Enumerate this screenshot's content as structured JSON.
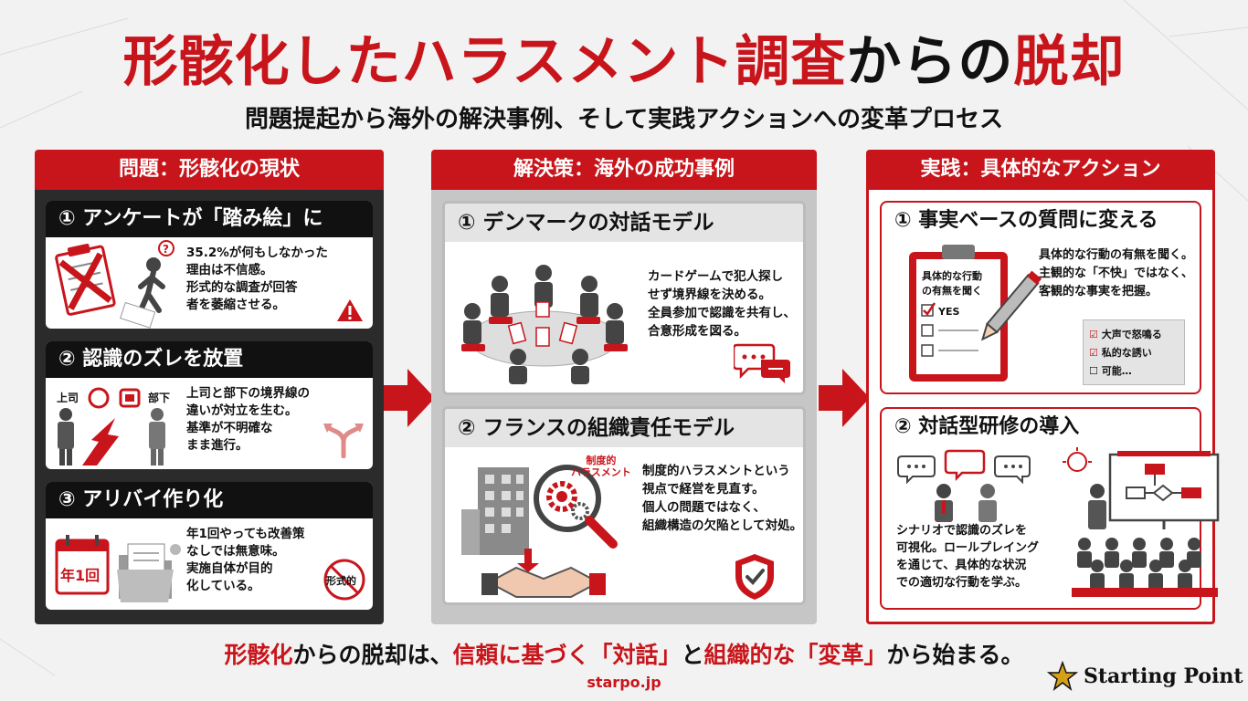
{
  "title": {
    "part1": "形骸化した",
    "part2": "ハラスメント調査",
    "part3": "からの",
    "part4": "脱却"
  },
  "subtitle": "問題提起から海外の解決事例、そして実践アクションへの変革プロセス",
  "columns": {
    "problem": {
      "heading": "問題：形骸化の現状",
      "cards": [
        {
          "title": "① アンケートが「踏み絵」に",
          "lines": [
            "35.2%が何もしなかった",
            "理由は不信感。",
            "形式的な調査が回答",
            "者を萎縮させる。"
          ]
        },
        {
          "title": "② 認識のズレを放置",
          "label_boss": "上司",
          "label_sub": "部下",
          "lines": [
            "上司と部下の境界線の",
            "違いが対立を生む。",
            "基準が不明確な",
            "まま進行。"
          ]
        },
        {
          "title": "③ アリバイ作り化",
          "calendar": "年1回",
          "stamp": "形式的",
          "lines": [
            "年1回やっても改善策",
            "なしでは無意味。",
            "実施自体が目的",
            "化している。"
          ]
        }
      ]
    },
    "solution": {
      "heading": "解決策：海外の成功事例",
      "cards": [
        {
          "title": "① デンマークの対話モデル",
          "lines": [
            "カードゲームで犯人探し",
            "せず境界線を決める。",
            "全員参加で認識を共有し、",
            "合意形成を図る。"
          ]
        },
        {
          "title": "② フランスの組織責任モデル",
          "label_top": "制度的",
          "label_bottom": "ハラスメント",
          "lines": [
            "制度的ハラスメントという",
            "視点で経営を見直す。",
            "個人の問題ではなく、",
            "組織構造の欠陥として対処。"
          ]
        }
      ]
    },
    "practice": {
      "heading": "実践：具体的なアクション",
      "cards": [
        {
          "title": "① 事実ベースの質問に変える",
          "clip_line1": "具体的な行動",
          "clip_line2": "の有無を聞く",
          "clip_yes": "YES",
          "lines": [
            "具体的な行動の有無を聞く。",
            "主観的な「不快」ではなく、",
            "客観的な事実を把握。"
          ],
          "checklist": [
            "大声で怒鳴る",
            "私的な誘い",
            "可能…"
          ]
        },
        {
          "title": "② 対話型研修の導入",
          "lines": [
            "シナリオで認識のズレを",
            "可視化。ロールプレイング",
            "を通じて、具体的な状況",
            "での適切な行動を学ぶ。"
          ]
        }
      ]
    }
  },
  "tagline": {
    "p1": "形骸化",
    "p2": "からの脱却は、",
    "p3": "信頼に基づく",
    "p4": "「対話」",
    "p5": "と",
    "p6": "組織的な",
    "p7": "「変革」",
    "p8": "から始まる。"
  },
  "site": "starpo.jp",
  "brand": "Starting Point",
  "colors": {
    "accent": "#c8151b",
    "dark": "#2b2b2b",
    "gray": "#c6c6c6"
  }
}
